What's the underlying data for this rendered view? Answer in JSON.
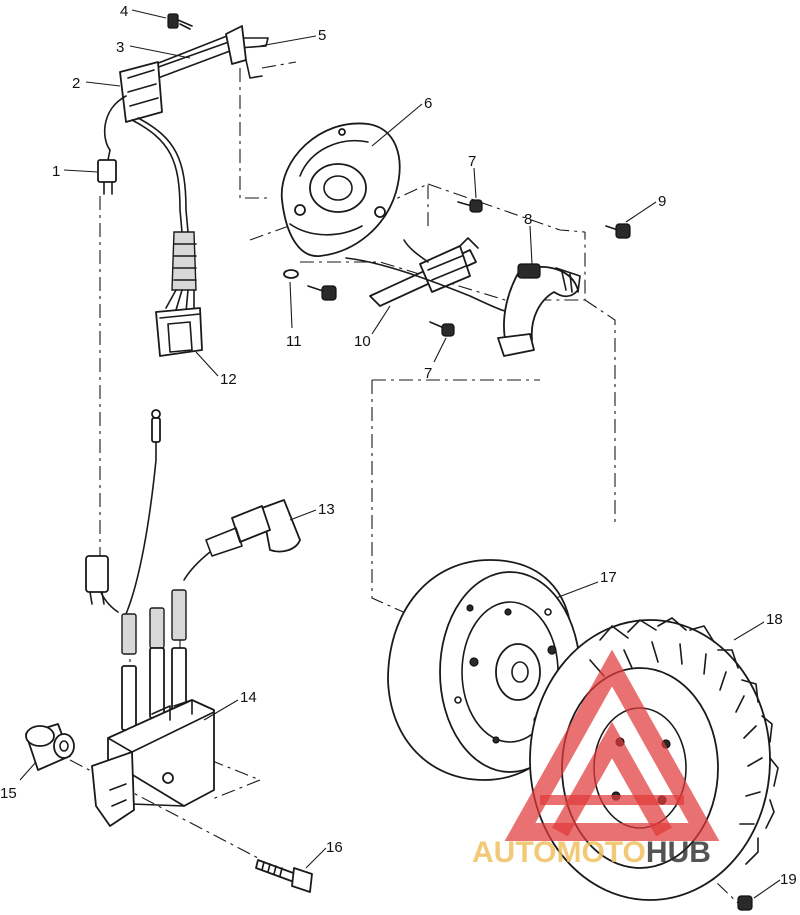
{
  "diagram": {
    "callouts": [
      {
        "id": "c1",
        "label": "1"
      },
      {
        "id": "c2",
        "label": "2"
      },
      {
        "id": "c3",
        "label": "3"
      },
      {
        "id": "c4",
        "label": "4"
      },
      {
        "id": "c5",
        "label": "5"
      },
      {
        "id": "c6",
        "label": "6"
      },
      {
        "id": "c7a",
        "label": "7"
      },
      {
        "id": "c7b",
        "label": "7"
      },
      {
        "id": "c8",
        "label": "8"
      },
      {
        "id": "c9",
        "label": "9"
      },
      {
        "id": "c10",
        "label": "10"
      },
      {
        "id": "c11",
        "label": "11"
      },
      {
        "id": "c12",
        "label": "12"
      },
      {
        "id": "c13",
        "label": "13"
      },
      {
        "id": "c14",
        "label": "14"
      },
      {
        "id": "c15",
        "label": "15"
      },
      {
        "id": "c16",
        "label": "16"
      },
      {
        "id": "c17",
        "label": "17"
      },
      {
        "id": "c18",
        "label": "18"
      },
      {
        "id": "c19",
        "label": "19"
      }
    ]
  },
  "watermark": {
    "text_part1": "AUTOMOTO",
    "text_part2": "HUB",
    "color_red": "#e03a3a",
    "color_gold": "#f0c060"
  }
}
